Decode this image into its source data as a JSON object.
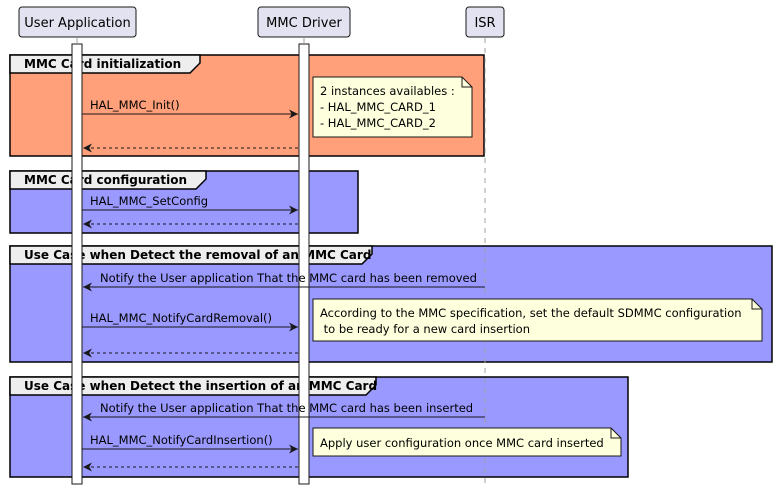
{
  "participants": [
    {
      "name": "User Application"
    },
    {
      "name": "MMC Driver"
    },
    {
      "name": "ISR"
    }
  ],
  "groups": [
    {
      "title": "MMC Card initialization",
      "color": "#FFA07A",
      "messages": [
        {
          "label": "HAL_MMC_Init()",
          "direction": "request"
        },
        {
          "label": "",
          "direction": "return"
        }
      ],
      "note": [
        "2 instances availables :",
        "- HAL_MMC_CARD_1",
        "- HAL_MMC_CARD_2"
      ]
    },
    {
      "title": "MMC Card configuration",
      "color": "#9999FF",
      "messages": [
        {
          "label": "HAL_MMC_SetConfig",
          "direction": "request"
        },
        {
          "label": "",
          "direction": "return"
        }
      ]
    },
    {
      "title": "Use Case when Detect the removal of an MMC Card",
      "color": "#9999FF",
      "messages": [
        {
          "label": "Notify the User application That the MMC card has been removed",
          "direction": "notify"
        },
        {
          "label": "HAL_MMC_NotifyCardRemoval()",
          "direction": "request"
        },
        {
          "label": "",
          "direction": "return"
        }
      ],
      "note": [
        "According to the MMC specification, set the default SDMMC configuration",
        " to be ready for a new card insertion"
      ]
    },
    {
      "title": "Use Case when Detect the insertion of an MMC Card",
      "color": "#9999FF",
      "messages": [
        {
          "label": "Notify the User application That the MMC card has been inserted",
          "direction": "notify"
        },
        {
          "label": "HAL_MMC_NotifyCardInsertion()",
          "direction": "request"
        },
        {
          "label": "",
          "direction": "return"
        }
      ],
      "note": [
        "Apply user configuration once MMC card inserted"
      ]
    }
  ],
  "colors": {
    "participant_fill": "#E2E2F0",
    "participant_border": "#181818",
    "note_fill": "#FEFFDD",
    "line": "#181818",
    "lifeline": "#A0A0A0"
  }
}
